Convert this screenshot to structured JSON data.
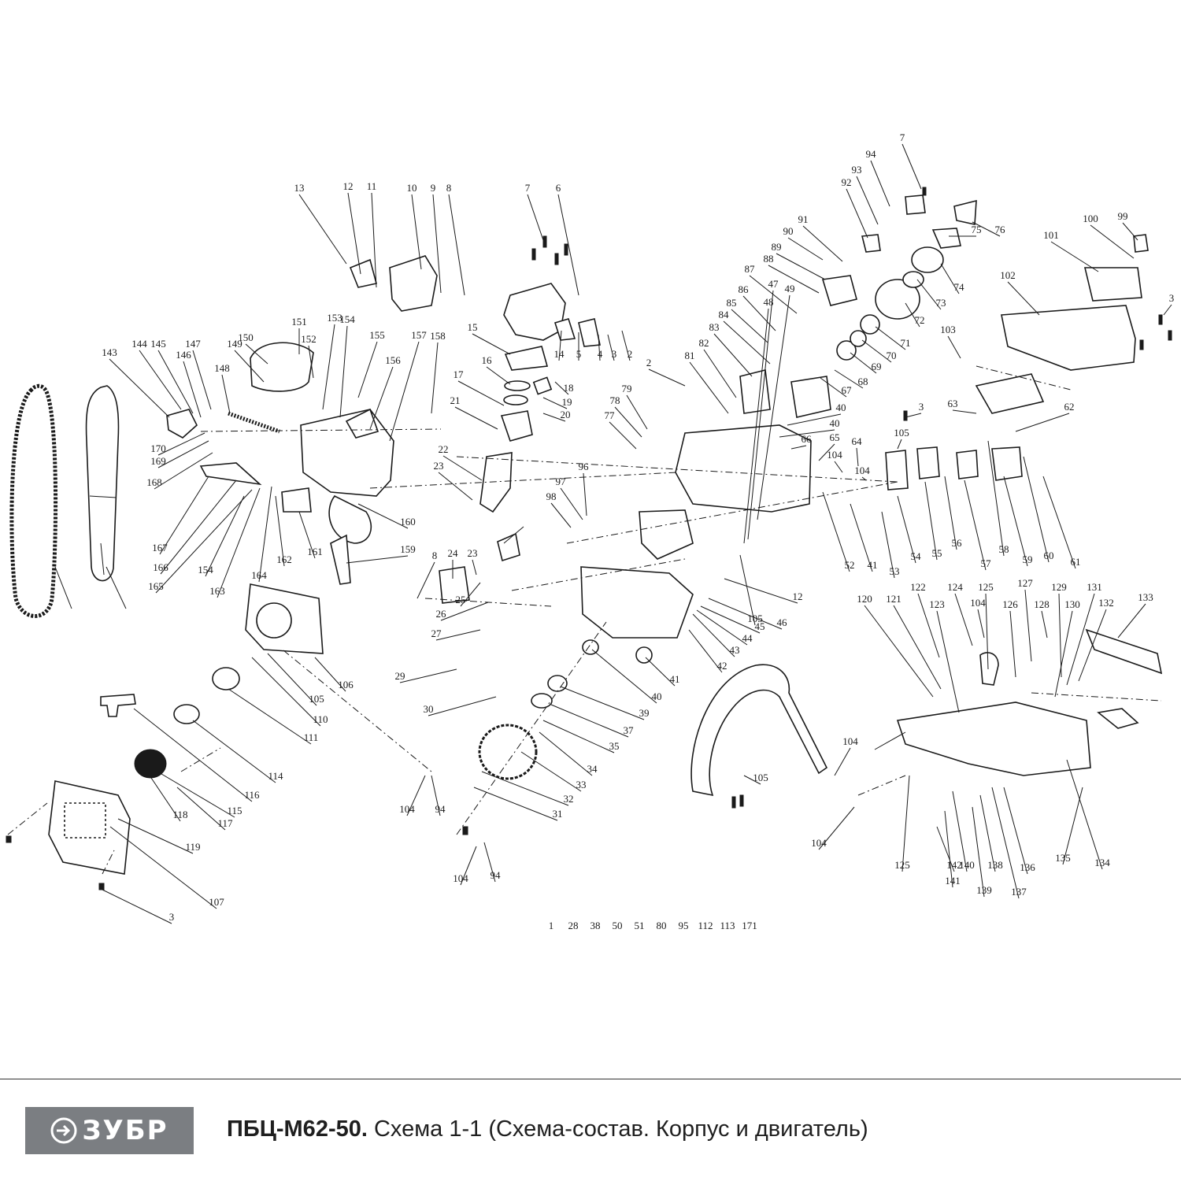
{
  "brand": {
    "logo_text": "ЗУБР",
    "accent": "#7b7e82"
  },
  "caption": {
    "model": "ПБЦ-М62-50.",
    "text": "Схема 1-1 (Схема-состав. Корпус и двигатель)"
  },
  "parts_labels": [
    "1",
    "2",
    "3",
    "4",
    "5",
    "6",
    "7",
    "8",
    "9",
    "10",
    "11",
    "12",
    "13",
    "14",
    "15",
    "16",
    "17",
    "18",
    "19",
    "20",
    "21",
    "22",
    "23",
    "24",
    "25",
    "26",
    "27",
    "28",
    "29",
    "30",
    "31",
    "32",
    "33",
    "34",
    "35",
    "37",
    "38",
    "39",
    "40",
    "41",
    "42",
    "43",
    "44",
    "45",
    "46",
    "47",
    "48",
    "49",
    "50",
    "51",
    "52",
    "53",
    "54",
    "55",
    "56",
    "57",
    "58",
    "59",
    "60",
    "61",
    "62",
    "63",
    "64",
    "65",
    "66",
    "67",
    "68",
    "69",
    "70",
    "71",
    "72",
    "73",
    "74",
    "75",
    "76",
    "77",
    "78",
    "79",
    "80",
    "81",
    "82",
    "83",
    "84",
    "85",
    "86",
    "87",
    "88",
    "89",
    "90",
    "91",
    "92",
    "93",
    "94",
    "95",
    "96",
    "97",
    "98",
    "99",
    "100",
    "101",
    "102",
    "103",
    "104",
    "105",
    "106",
    "107",
    "110",
    "111",
    "112",
    "113",
    "114",
    "115",
    "116",
    "117",
    "118",
    "119",
    "120",
    "121",
    "122",
    "123",
    "124",
    "125",
    "126",
    "127",
    "128",
    "129",
    "130",
    "131",
    "132",
    "133",
    "134",
    "135",
    "136",
    "137",
    "138",
    "139",
    "140",
    "141",
    "142",
    "143",
    "144",
    "145",
    "146",
    "147",
    "148",
    "149",
    "150",
    "151",
    "152",
    "153",
    "154",
    "155",
    "156",
    "157",
    "158",
    "159",
    "160",
    "161",
    "162",
    "163",
    "164",
    "165",
    "166",
    "167",
    "168",
    "169",
    "170",
    "171"
  ]
}
